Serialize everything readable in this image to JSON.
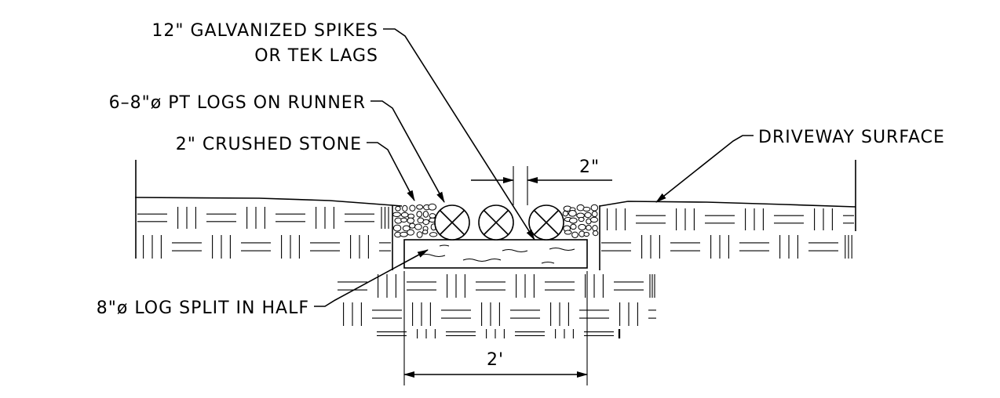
{
  "labels": {
    "spikes_line1": "12\" GALVANIZED SPIKES",
    "spikes_line2": "OR TEK LAGS",
    "logs": "6–8\"ø PT LOGS ON RUNNER",
    "stone": "2\" CRUSHED STONE",
    "surface": "DRIVEWAY SURFACE",
    "gap": "2\"",
    "split_log": "8\"ø LOG SPLIT IN HALF",
    "width": "2'"
  }
}
